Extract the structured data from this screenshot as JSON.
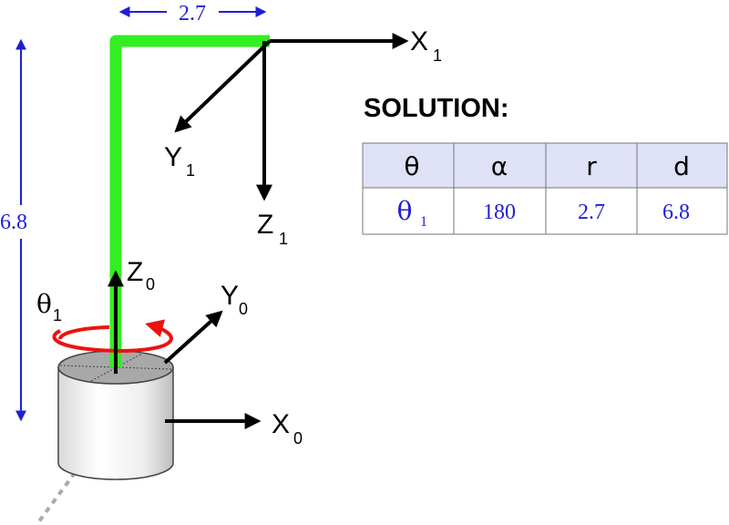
{
  "dimensions": {
    "horizontal": "2.7",
    "vertical": "6.8"
  },
  "frame1": {
    "x": "X",
    "x_sub": "1",
    "y": "Y",
    "y_sub": "1",
    "z": "Z",
    "z_sub": "1"
  },
  "frame0": {
    "x": "X",
    "x_sub": "0",
    "y": "Y",
    "y_sub": "0",
    "z": "Z",
    "z_sub": "0"
  },
  "joint": {
    "symbol": "θ",
    "sub": "1"
  },
  "solution": {
    "title": "SOLUTION:",
    "headers": [
      "θ",
      "α",
      "r",
      "d"
    ],
    "row": {
      "theta": "θ",
      "theta_sub": "1",
      "alpha": "180",
      "r": "2.7",
      "d": "6.8"
    }
  },
  "colors": {
    "link": "#33ee22",
    "rotation": "#ee1111",
    "dimension": "#1f1fd6",
    "header_bg": "#dfe1f7",
    "arrow": "#000000"
  }
}
